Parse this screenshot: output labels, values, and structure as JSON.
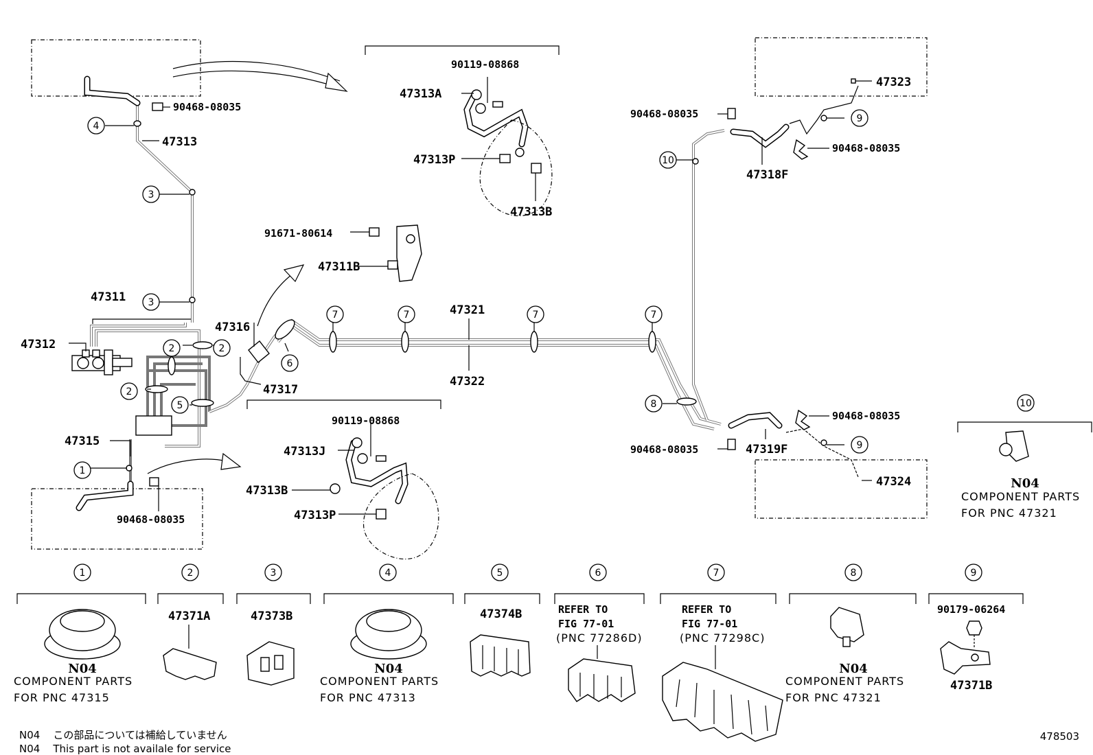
{
  "part_numbers": {
    "p47313": "47313",
    "p47311": "47311",
    "p47312": "47312",
    "p47315": "47315",
    "p47316": "47316",
    "p47317": "47317",
    "p47321": "47321",
    "p47322": "47322",
    "p47313A": "47313A",
    "p47313P_top": "47313P",
    "p47313B_top": "47313B",
    "p90119_top": "90119-08868",
    "p91671": "91671-80614",
    "p47311B": "47311B",
    "p47313J": "47313J",
    "p90119_bot": "90119-08868",
    "p47313B_bot": "47313B",
    "p47313P_bot": "47313P",
    "p90468_tl": "90468-08035",
    "p90468_bl": "90468-08035",
    "p90468_rt": "90468-08035",
    "p90468_rm": "90468-08035",
    "p90468_rb1": "90468-08035",
    "p90468_rb2": "90468-08035",
    "p47323": "47323",
    "p47318F": "47318F",
    "p47319F": "47319F",
    "p47324": "47324"
  },
  "callouts": {
    "c1": "1",
    "c2": "2",
    "c3": "3",
    "c4": "4",
    "c5": "5",
    "c6": "6",
    "c7": "7",
    "c8": "8",
    "c9": "9",
    "c10": "10"
  },
  "detail_boxes": {
    "d1": {
      "num": "1",
      "code": "N04",
      "line1": "COMPONENT  PARTS",
      "line2": "FOR  PNC  47315"
    },
    "d2": {
      "num": "2",
      "part": "47371A"
    },
    "d3": {
      "num": "3",
      "part": "47373B"
    },
    "d4": {
      "num": "4",
      "code": "N04",
      "line1": "COMPONENT  PARTS",
      "line2": "FOR  PNC  47313"
    },
    "d5": {
      "num": "5",
      "part": "47374B"
    },
    "d6": {
      "num": "6",
      "ref1": "REFER  TO",
      "ref2": "FIG  77-01",
      "ref3": "(PNC  77286D)"
    },
    "d7": {
      "num": "7",
      "ref1": "REFER  TO",
      "ref2": "FIG  77-01",
      "ref3": "(PNC  77298C)"
    },
    "d8": {
      "num": "8",
      "code": "N04",
      "line1": "COMPONENT  PARTS",
      "line2": "FOR  PNC  47321"
    },
    "d9": {
      "num": "9",
      "part1": "90179-06264",
      "part2": "47371B"
    },
    "d10": {
      "num": "10",
      "code": "N04",
      "line1": "COMPONENT  PARTS",
      "line2": "FOR  PNC  47321"
    }
  },
  "footnotes": {
    "code1": "N04",
    "text1": "この部品については補給していません",
    "code2": "N04",
    "text2": "This part is not availale for service"
  },
  "figure_id": "478503"
}
